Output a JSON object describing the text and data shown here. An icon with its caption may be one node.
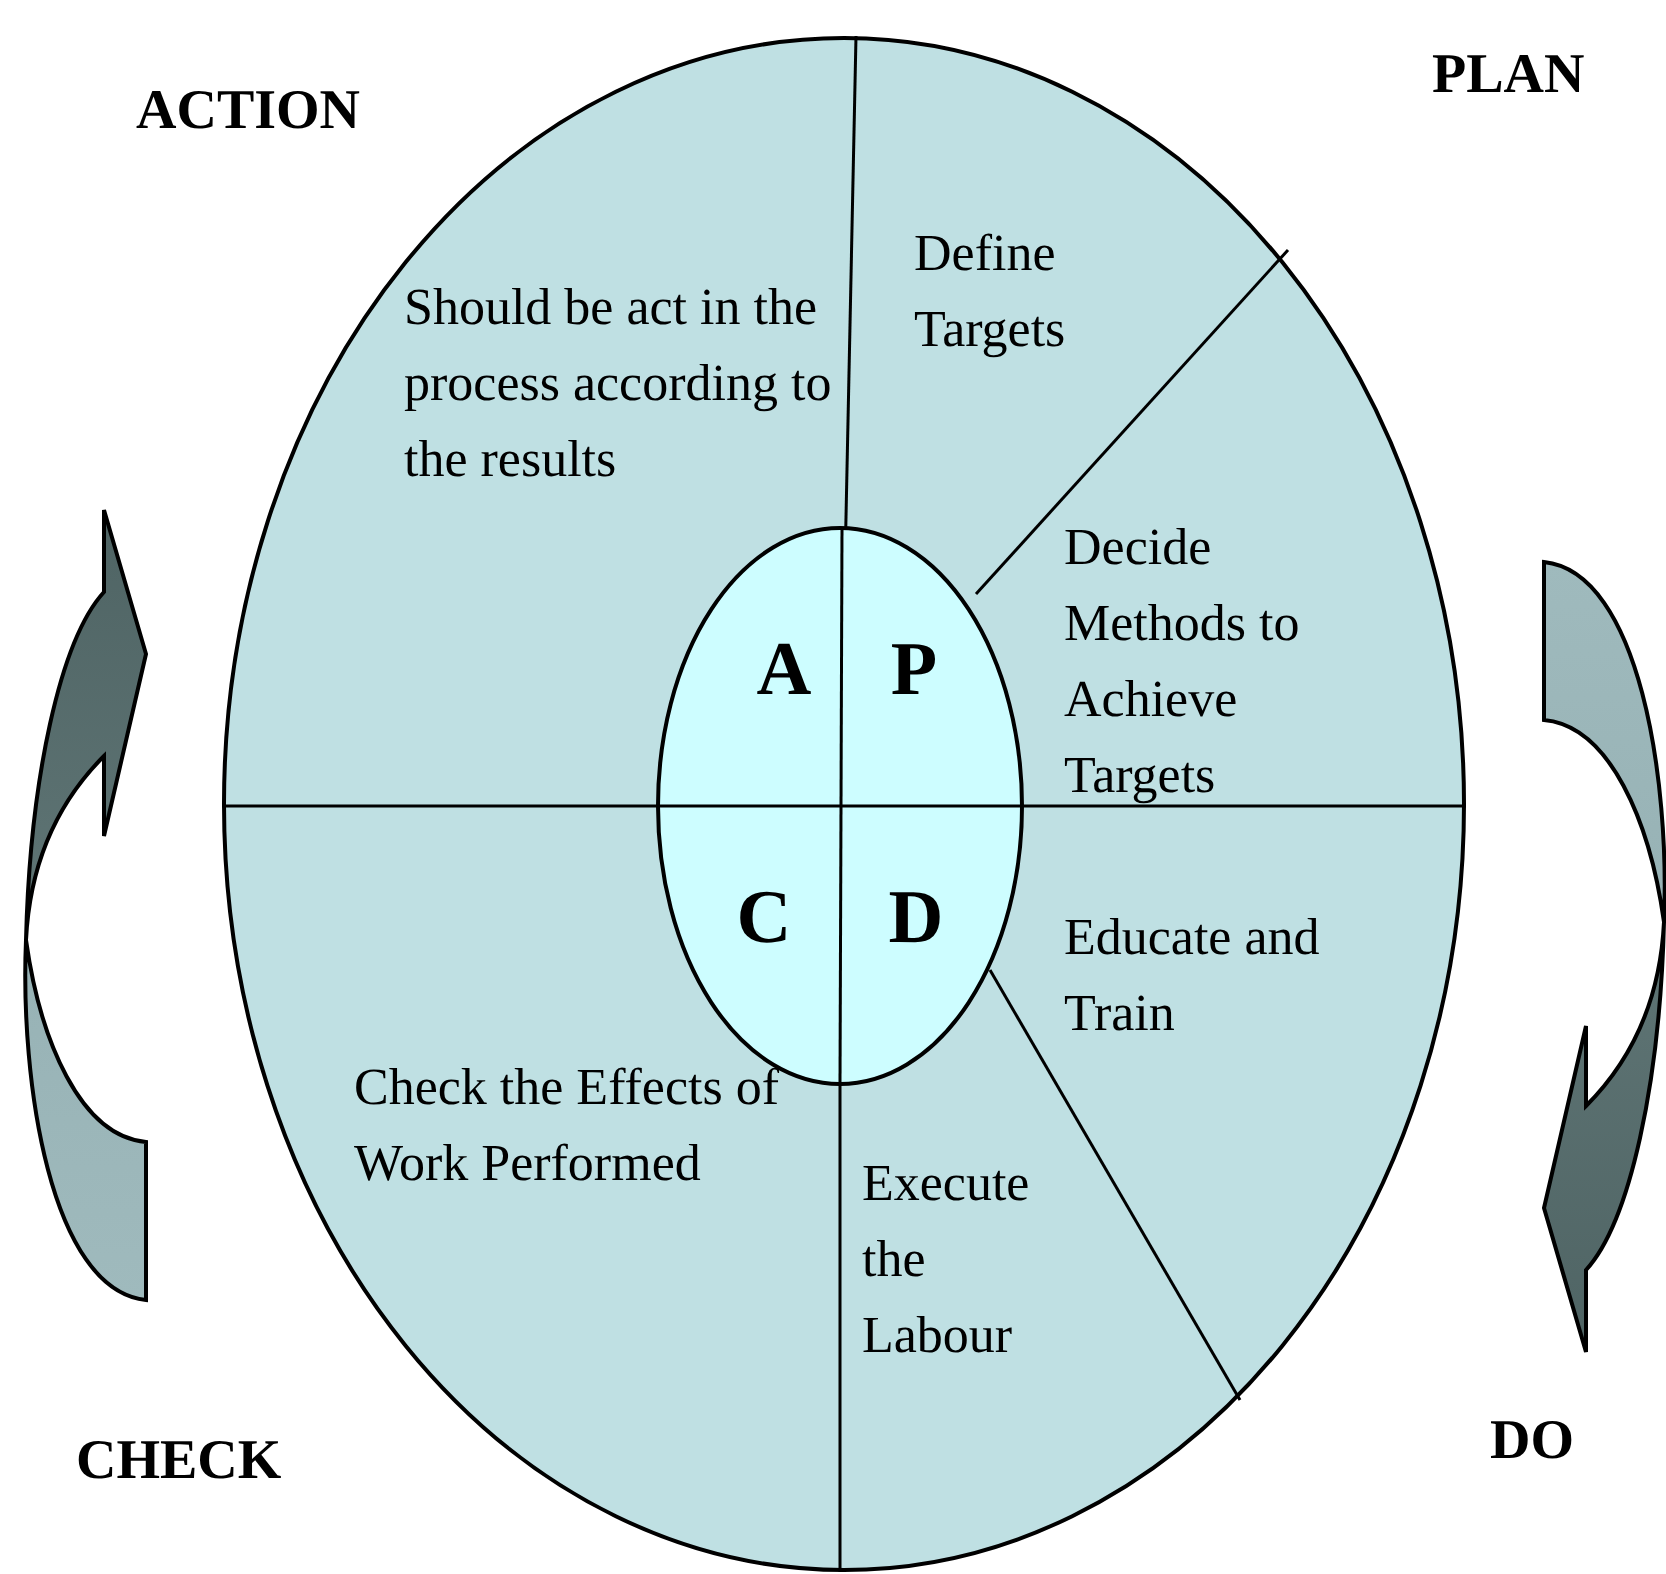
{
  "diagram": {
    "nodes": [
      {
        "text": [],
        "shape": "ellipse"
      },
      {
        "text": [
          "Should be act in the process according to the results"
        ],
        "in": 0
      },
      {
        "text": [
          "Define Targets"
        ],
        "in": 0
      },
      {
        "text": [
          "Decide Methods to Achieve Targets"
        ],
        "in": 0
      },
      {
        "text": [
          "Educate and Train"
        ],
        "in": 0
      },
      {
        "text": [
          "Execute the Labour"
        ],
        "in": 0
      },
      {
        "text": [
          "Check the Effects of Work Performed"
        ],
        "in": 0
      },
      {
        "text": [],
        "shape": "ellipse",
        "in": 0
      },
      {
        "text": [
          "A"
        ],
        "in": 7
      },
      {
        "text": [
          "P"
        ],
        "in": 7
      },
      {
        "text": [
          "C"
        ],
        "in": 7
      },
      {
        "text": [
          "D"
        ],
        "in": 7
      }
    ],
    "labels": [
      "ACTION",
      "PLAN",
      "CHECK",
      "DO"
    ]
  }
}
